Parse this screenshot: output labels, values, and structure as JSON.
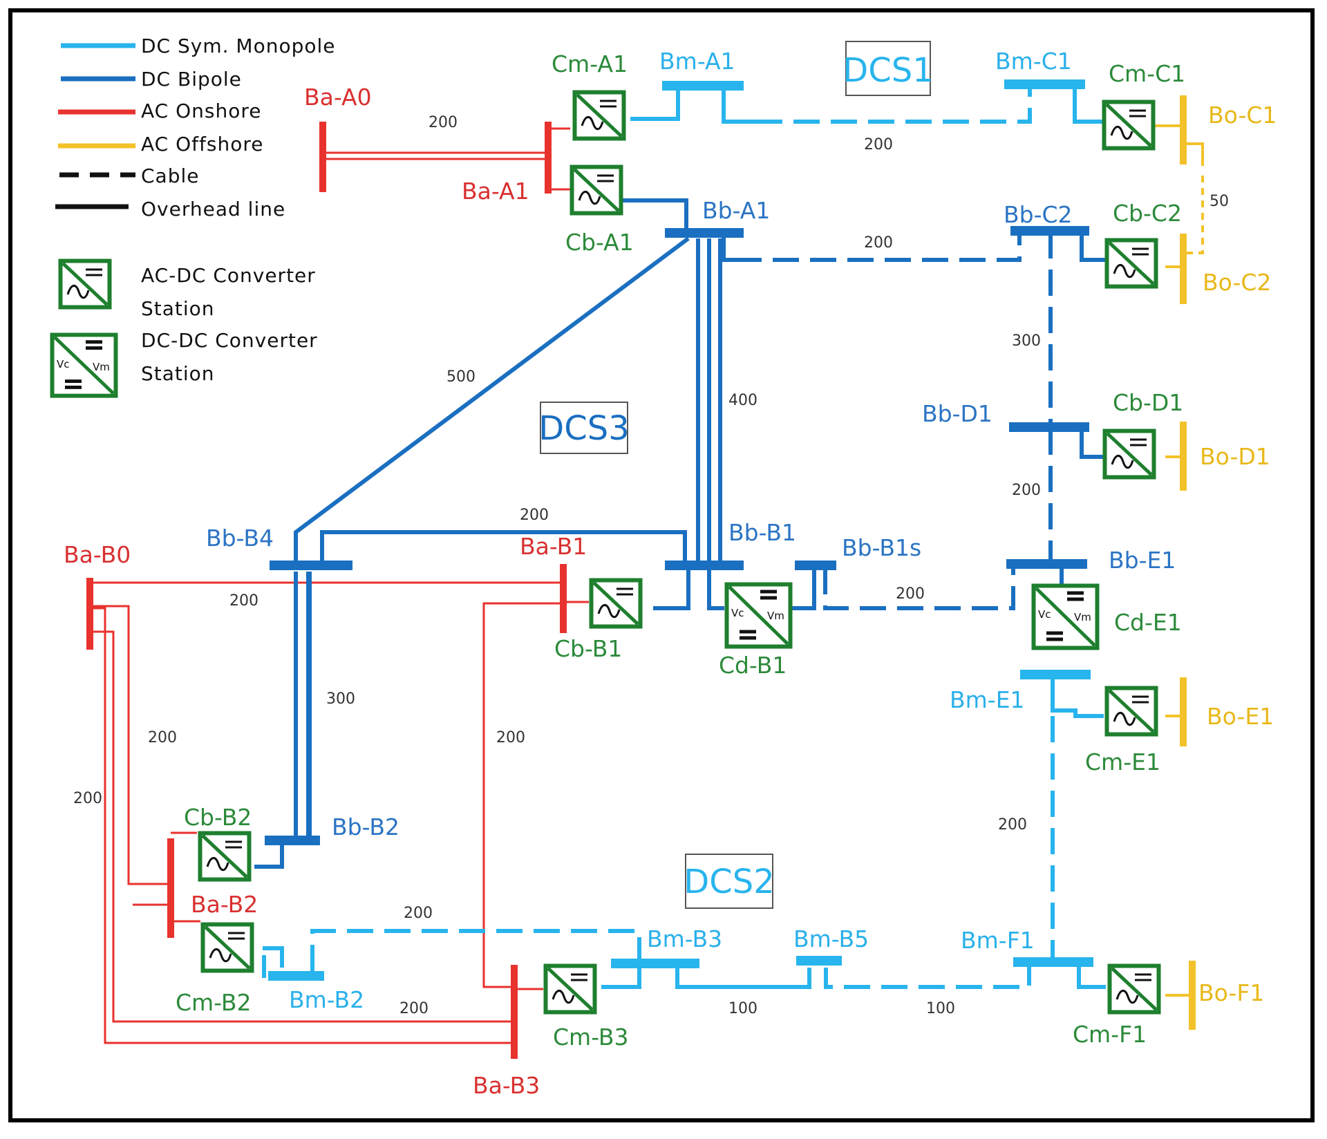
{
  "colors": {
    "dc_monopole": "#28b4ec",
    "dc_bipole": "#1a6fc0",
    "ac_onshore": "#e8322e",
    "ac_offshore": "#f3c22a",
    "converter_green": "#1e7f2e",
    "label_green": "#2c8a3a",
    "label_red": "#d93030",
    "label_blue": "#2b74c4",
    "label_cyan": "#2ab0ea",
    "label_yellow": "#e8b818"
  },
  "legend": {
    "line_types": [
      {
        "label": "DC Sym. Monopole"
      },
      {
        "label": "DC Bipole"
      },
      {
        "label": "AC Onshore"
      },
      {
        "label": "AC Offshore"
      },
      {
        "label": "Cable"
      },
      {
        "label": "Overhead line"
      }
    ],
    "ac_dc_line1": "AC-DC Converter",
    "ac_dc_line2": "Station",
    "dc_dc_line1": "DC-DC Converter",
    "dc_dc_line2": "Station",
    "vc": "Vc",
    "vm": "Vm"
  },
  "regions": {
    "dcs1": "DCS1",
    "dcs2": "DCS2",
    "dcs3": "DCS3"
  },
  "nodes": {
    "ba_a0": "Ba-A0",
    "ba_a1": "Ba-A1",
    "cm_a1": "Cm-A1",
    "cb_a1": "Cb-A1",
    "bm_a1": "Bm-A1",
    "bb_a1": "Bb-A1",
    "bm_c1": "Bm-C1",
    "cm_c1": "Cm-C1",
    "bo_c1": "Bo-C1",
    "bb_c2": "Bb-C2",
    "cb_c2": "Cb-C2",
    "bo_c2": "Bo-C2",
    "bb_d1": "Bb-D1",
    "cb_d1": "Cb-D1",
    "bo_d1": "Bo-D1",
    "bb_b4": "Bb-B4",
    "ba_b0": "Ba-B0",
    "ba_b1": "Ba-B1",
    "bb_b1": "Bb-B1",
    "bb_b1s": "Bb-B1s",
    "cb_b1": "Cb-B1",
    "cd_b1": "Cd-B1",
    "bb_e1": "Bb-E1",
    "cd_e1": "Cd-E1",
    "bm_e1": "Bm-E1",
    "cm_e1": "Cm-E1",
    "bo_e1": "Bo-E1",
    "cb_b2": "Cb-B2",
    "bb_b2": "Bb-B2",
    "ba_b2": "Ba-B2",
    "cm_b2": "Cm-B2",
    "bm_b2": "Bm-B2",
    "bm_b3": "Bm-B3",
    "bm_b5": "Bm-B5",
    "bm_f1": "Bm-F1",
    "cm_f1": "Cm-F1",
    "bo_f1": "Bo-F1",
    "cm_b3": "Cm-B3",
    "ba_b3": "Ba-B3"
  },
  "distances": {
    "a0_a1": "200",
    "a1_c1": "200",
    "a1_c2": "200",
    "c1_c2": "50",
    "c2_d1": "300",
    "d1_e1": "200",
    "a1_b4": "500",
    "a1_b1": "400",
    "b4_b1": "200",
    "b0_b1": "200",
    "b1s_e1": "200",
    "b4_b2": "300",
    "b0_b2": "200",
    "b0_b3": "200",
    "b1_b3": "200",
    "e1_f1": "200",
    "b2_b3_dc": "200",
    "b2_b3_ac": "200",
    "b3_b5": "100",
    "b5_f1": "100"
  }
}
